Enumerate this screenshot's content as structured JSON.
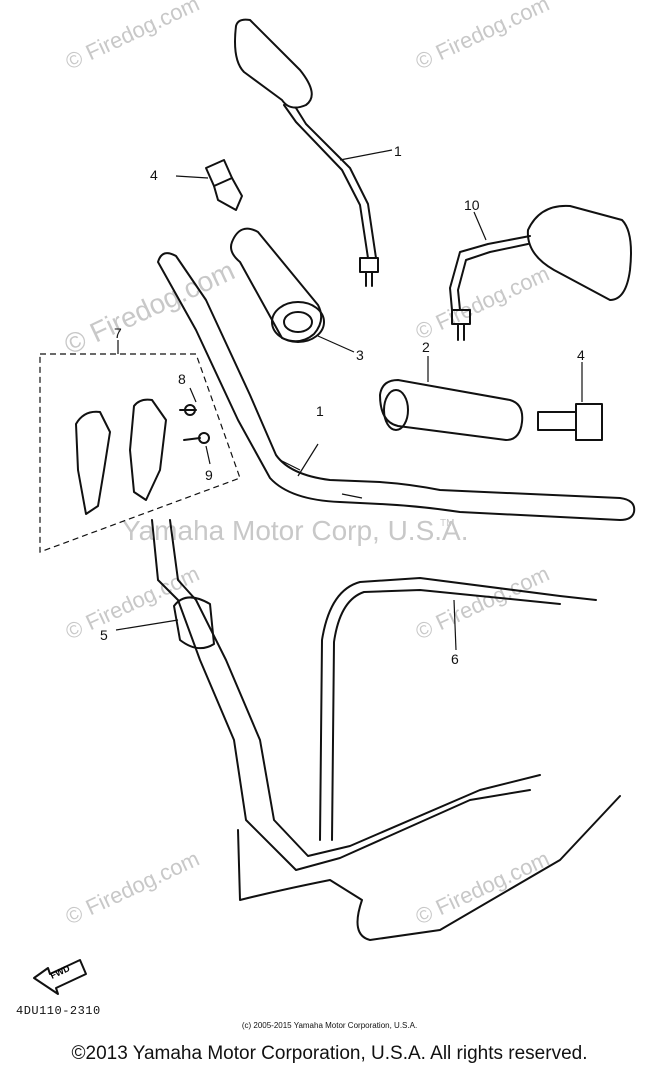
{
  "watermarks": {
    "site": "© Firedog.com",
    "corp": "Yamaha Motor Corp, U.S.A.",
    "tm": "TM"
  },
  "callouts": {
    "c1_mirror": "1",
    "c1_handlebar": "1",
    "c2": "2",
    "c3": "3",
    "c4_left": "4",
    "c4_right": "4",
    "c5": "5",
    "c6": "6",
    "c7": "7",
    "c8": "8",
    "c9": "9",
    "c10": "10"
  },
  "fwd_label": "FWD",
  "diagram_code": "4DU110-2310",
  "copyright_small": "(c) 2005-2015 Yamaha Motor Corporation, U.S.A.",
  "copyright_main": "©2013 Yamaha Motor Corporation, U.S.A. All rights reserved."
}
